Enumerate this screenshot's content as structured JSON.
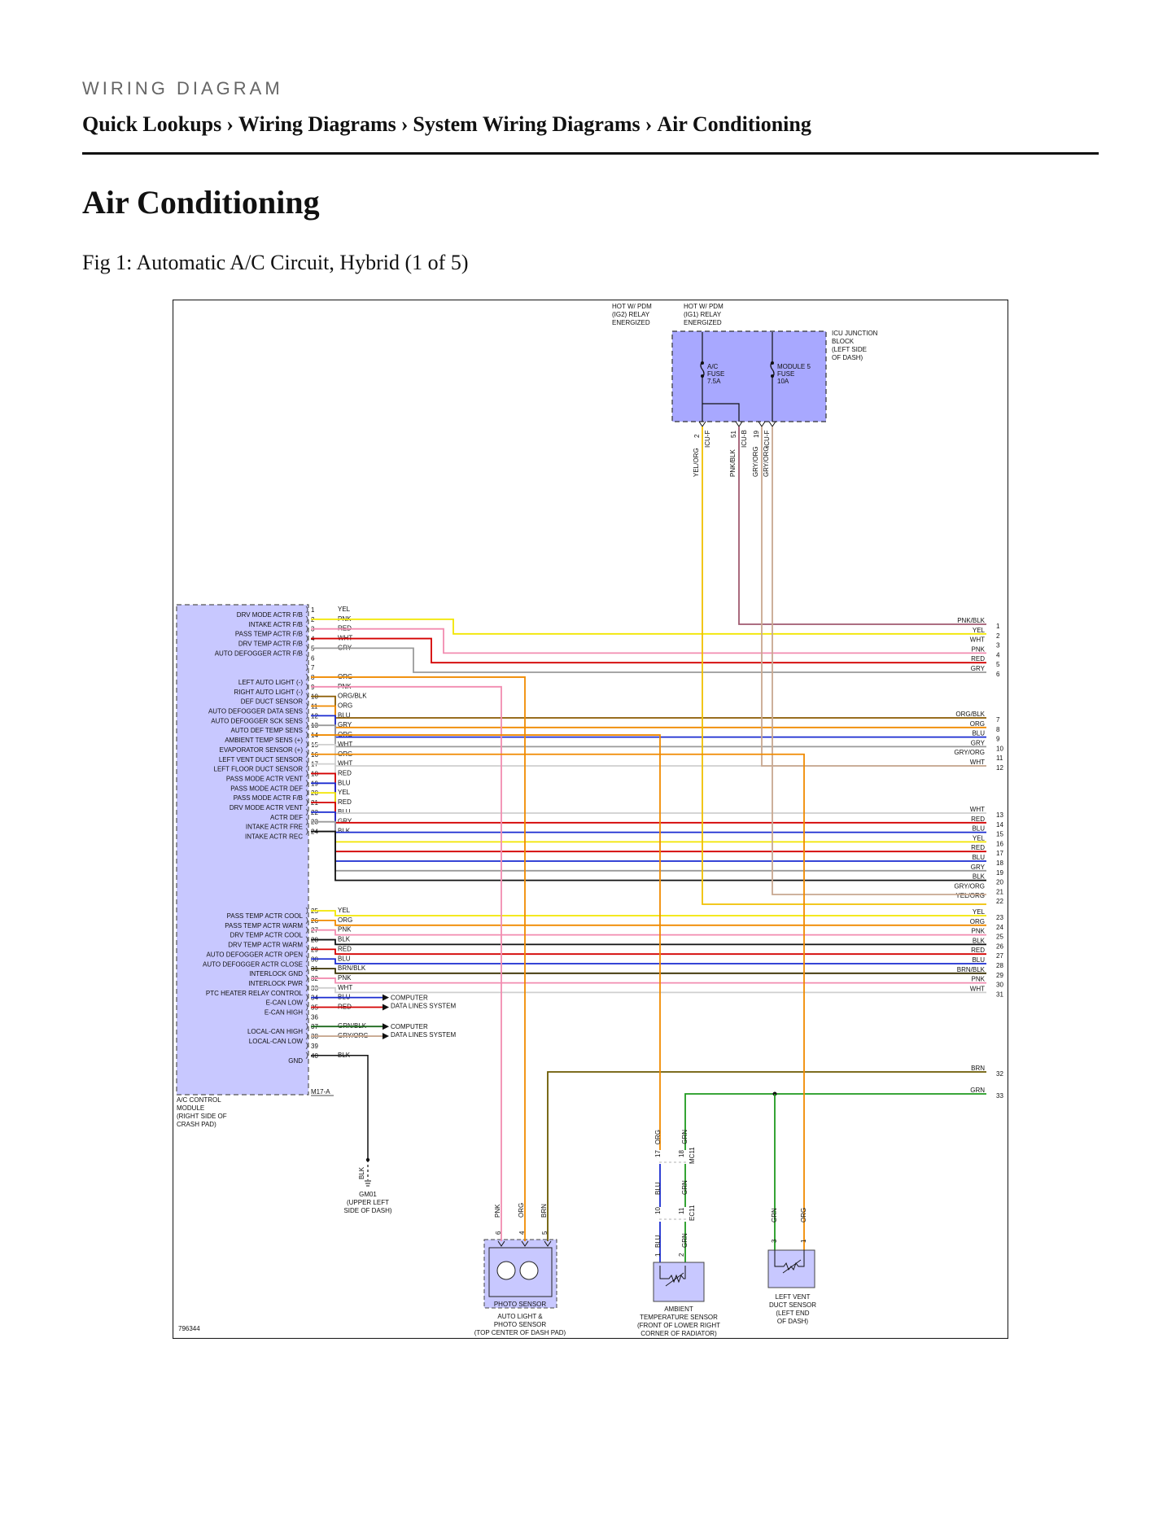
{
  "header": {
    "section_label": "WIRING DIAGRAM",
    "breadcrumb": [
      "Quick Lookups",
      "Wiring Diagrams",
      "System Wiring Diagrams",
      "Air Conditioning"
    ],
    "separator": "›"
  },
  "page_title": "Air Conditioning",
  "figure_caption": "Fig 1: Automatic A/C Circuit, Hybrid (1 of 5)",
  "diagram": {
    "figure_id": "796344",
    "colors": {
      "YEL": "#f2e600",
      "PNK": "#f28cb0",
      "RED": "#d40000",
      "WHT": "#cfcfcf",
      "GRY": "#9a9a9a",
      "ORG": "#f08a00",
      "BLU": "#1a2bd0",
      "BLK": "#111111",
      "BRN": "#6b5a00",
      "GRN": "#1f9a1f",
      "ORG/BLK": "#8a5a00",
      "GRY/ORG": "#c8a890",
      "YEL/ORG": "#f0c000",
      "PNK/BLK": "#a05a70",
      "BRN/BLK": "#3a3000",
      "GRN/BLK": "#1f6a1f",
      "component_fill": "#c8c8ff",
      "fuse_block_fill": "#a8a8ff"
    },
    "fuse_block": {
      "hot_labels": [
        [
          "HOT W/ PDM",
          "(IG2) RELAY",
          "ENERGIZED"
        ],
        [
          "HOT W/ PDM",
          "(IG1) RELAY",
          "ENERGIZED"
        ]
      ],
      "name": [
        "ICU JUNCTION",
        "BLOCK",
        "(LEFT SIDE",
        "OF DASH)"
      ],
      "fuses": [
        {
          "name": "A/C",
          "type": "FUSE",
          "rating": "7.5A"
        },
        {
          "name": "MODULE 5",
          "type": "FUSE",
          "rating": "10A"
        }
      ],
      "outputs": [
        {
          "pin": "2",
          "connector": "ICU-F",
          "wire": "YEL/ORG"
        },
        {
          "pin": "51",
          "connector": "ICU-B",
          "wire": "PNK/BLK"
        },
        {
          "pin": "19",
          "connector": "ICU-F",
          "wire": "GRY/ORG"
        },
        {
          "pin": "",
          "connector": "",
          "wire": "GRY/ORG"
        }
      ]
    },
    "module": {
      "name": [
        "A/C CONTROL",
        "MODULE",
        "(RIGHT SIDE OF",
        "CRASH PAD)"
      ],
      "connector": "M17-A",
      "pins": [
        {
          "n": "1",
          "label": "DRV MODE ACTR F/B",
          "wire": "YEL"
        },
        {
          "n": "2",
          "label": "INTAKE ACTR F/B",
          "wire": "PNK"
        },
        {
          "n": "3",
          "label": "PASS TEMP ACTR F/B",
          "wire": "RED"
        },
        {
          "n": "4",
          "label": "DRV TEMP ACTR F/B",
          "wire": "WHT"
        },
        {
          "n": "5",
          "label": "AUTO DEFOGGER ACTR F/B",
          "wire": "GRY"
        },
        {
          "n": "6",
          "label": "",
          "wire": ""
        },
        {
          "n": "7",
          "label": "",
          "wire": ""
        },
        {
          "n": "8",
          "label": "LEFT AUTO LIGHT (-)",
          "wire": "ORG"
        },
        {
          "n": "9",
          "label": "RIGHT AUTO LIGHT (-)",
          "wire": "PNK"
        },
        {
          "n": "10",
          "label": "DEF DUCT SENSOR",
          "wire": "ORG/BLK"
        },
        {
          "n": "11",
          "label": "AUTO DEFOGGER DATA SENS",
          "wire": "ORG"
        },
        {
          "n": "12",
          "label": "AUTO DEFOGGER SCK SENS",
          "wire": "BLU"
        },
        {
          "n": "13",
          "label": "AUTO DEF TEMP SENS",
          "wire": "GRY"
        },
        {
          "n": "14",
          "label": "AMBIENT TEMP SENS (+)",
          "wire": "ORG"
        },
        {
          "n": "15",
          "label": "EVAPORATOR SENSOR (+)",
          "wire": "WHT"
        },
        {
          "n": "16",
          "label": "LEFT VENT DUCT SENSOR",
          "wire": "ORG"
        },
        {
          "n": "17",
          "label": "LEFT FLOOR DUCT SENSOR",
          "wire": "WHT"
        },
        {
          "n": "18",
          "label": "PASS MODE ACTR VENT",
          "wire": "RED"
        },
        {
          "n": "19",
          "label": "PASS MODE ACTR DEF",
          "wire": "BLU"
        },
        {
          "n": "20",
          "label": "PASS MODE ACTR F/B",
          "wire": "YEL"
        },
        {
          "n": "21",
          "label": "DRV MODE ACTR VENT",
          "wire": "RED"
        },
        {
          "n": "22",
          "label": "ACTR DEF",
          "wire": "BLU"
        },
        {
          "n": "23",
          "label": "INTAKE ACTR FRE",
          "wire": "GRY"
        },
        {
          "n": "24",
          "label": "INTAKE ACTR REC",
          "wire": "BLK"
        },
        {
          "n": "25",
          "label": "PASS TEMP ACTR COOL",
          "wire": "YEL"
        },
        {
          "n": "26",
          "label": "PASS TEMP ACTR WARM",
          "wire": "ORG"
        },
        {
          "n": "27",
          "label": "DRV TEMP ACTR COOL",
          "wire": "PNK"
        },
        {
          "n": "28",
          "label": "DRV TEMP ACTR WARM",
          "wire": "BLK"
        },
        {
          "n": "29",
          "label": "AUTO DEFOGGER ACTR OPEN",
          "wire": "RED"
        },
        {
          "n": "30",
          "label": "AUTO DEFOGGER ACTR CLOSE",
          "wire": "BLU"
        },
        {
          "n": "31",
          "label": "INTERLOCK GND",
          "wire": "BRN/BLK"
        },
        {
          "n": "32",
          "label": "INTERLOCK PWR",
          "wire": "PNK"
        },
        {
          "n": "33",
          "label": "PTC HEATER RELAY CONTROL",
          "wire": "WHT"
        },
        {
          "n": "34",
          "label": "E-CAN LOW",
          "wire": "BLU"
        },
        {
          "n": "35",
          "label": "E-CAN HIGH",
          "wire": "RED"
        },
        {
          "n": "36",
          "label": "",
          "wire": ""
        },
        {
          "n": "37",
          "label": "LOCAL-CAN HIGH",
          "wire": "GRN/BLK"
        },
        {
          "n": "38",
          "label": "LOCAL-CAN LOW",
          "wire": "GRY/ORG"
        },
        {
          "n": "39",
          "label": "",
          "wire": ""
        },
        {
          "n": "40",
          "label": "GND",
          "wire": "BLK"
        }
      ]
    },
    "data_line_labels": [
      [
        "COMPUTER",
        "DATA LINES SYSTEM"
      ],
      [
        "COMPUTER",
        "DATA LINES SYSTEM"
      ]
    ],
    "right_refs": [
      {
        "n": "1",
        "wire": "PNK/BLK"
      },
      {
        "n": "2",
        "wire": "YEL"
      },
      {
        "n": "3",
        "wire": "WHT"
      },
      {
        "n": "4",
        "wire": "PNK"
      },
      {
        "n": "5",
        "wire": "RED"
      },
      {
        "n": "6",
        "wire": "GRY"
      },
      {
        "n": "7",
        "wire": "ORG/BLK"
      },
      {
        "n": "8",
        "wire": "ORG"
      },
      {
        "n": "9",
        "wire": "BLU"
      },
      {
        "n": "10",
        "wire": "GRY"
      },
      {
        "n": "11",
        "wire": "GRY/ORG"
      },
      {
        "n": "12",
        "wire": "WHT"
      },
      {
        "n": "13",
        "wire": "WHT"
      },
      {
        "n": "14",
        "wire": "RED"
      },
      {
        "n": "15",
        "wire": "BLU"
      },
      {
        "n": "16",
        "wire": "YEL"
      },
      {
        "n": "17",
        "wire": "RED"
      },
      {
        "n": "18",
        "wire": "BLU"
      },
      {
        "n": "19",
        "wire": "GRY"
      },
      {
        "n": "20",
        "wire": "BLK"
      },
      {
        "n": "21",
        "wire": "GRY/ORG"
      },
      {
        "n": "22",
        "wire": "YEL/ORG"
      },
      {
        "n": "23",
        "wire": "YEL"
      },
      {
        "n": "24",
        "wire": "ORG"
      },
      {
        "n": "25",
        "wire": "PNK"
      },
      {
        "n": "26",
        "wire": "BLK"
      },
      {
        "n": "27",
        "wire": "RED"
      },
      {
        "n": "28",
        "wire": "BLU"
      },
      {
        "n": "29",
        "wire": "BRN/BLK"
      },
      {
        "n": "30",
        "wire": "PNK"
      },
      {
        "n": "31",
        "wire": "WHT"
      },
      {
        "n": "32",
        "wire": "BRN"
      },
      {
        "n": "33",
        "wire": "GRN"
      }
    ],
    "ground": {
      "name": "GM01",
      "location": [
        "(UPPER LEFT",
        "SIDE OF DASH)"
      ],
      "wire": "BLK"
    },
    "photo_sensor": {
      "inner_label": "PHOTO SENSOR",
      "name": [
        "AUTO LIGHT &",
        "PHOTO SENSOR",
        "(TOP CENTER OF DASH PAD)"
      ],
      "pins": [
        {
          "n": "6",
          "wire": "PNK"
        },
        {
          "n": "4",
          "wire": "ORG"
        },
        {
          "n": "5",
          "wire": "BRN"
        }
      ]
    },
    "ambient_sensor": {
      "name": [
        "AMBIENT",
        "TEMPERATURE SENSOR",
        "(FRONT OF LOWER RIGHT",
        "CORNER OF RADIATOR)"
      ],
      "connectors": [
        {
          "id": "MC11",
          "pins": [
            {
              "n": "17",
              "wire": "ORG"
            },
            {
              "n": "18",
              "wire": "GRN"
            }
          ]
        },
        {
          "id": "EC11",
          "pins": [
            {
              "n": "10",
              "wire": "BLU"
            },
            {
              "n": "11",
              "wire": "GRN"
            }
          ]
        }
      ],
      "pins": [
        {
          "n": "1",
          "wire": "BLU"
        },
        {
          "n": "2",
          "wire": "GRN"
        }
      ]
    },
    "vent_sensor": {
      "name": [
        "LEFT VENT",
        "DUCT SENSOR",
        "(LEFT END",
        "OF DASH)"
      ],
      "pins": [
        {
          "n": "3",
          "wire": "GRN"
        },
        {
          "n": "1",
          "wire": "ORG"
        }
      ]
    }
  }
}
